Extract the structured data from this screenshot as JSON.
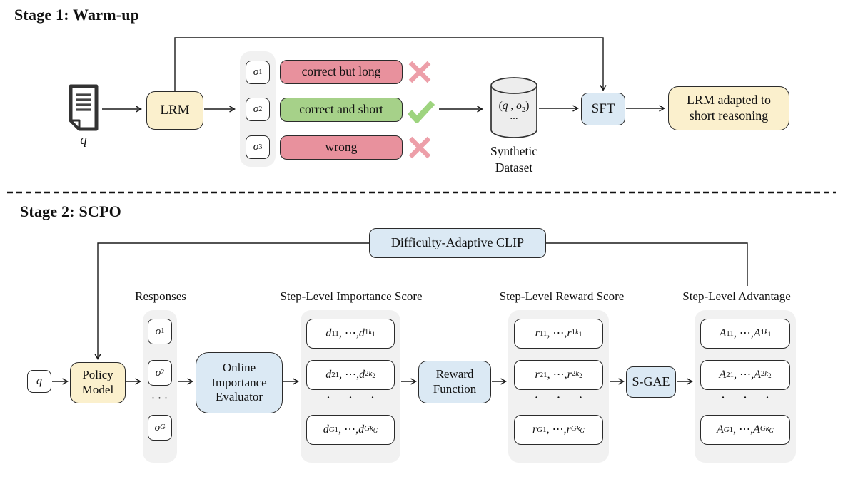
{
  "colors": {
    "cream": "#fbf0cd",
    "light_blue": "#dbe9f4",
    "red": "#e8919d",
    "green": "#a6d189",
    "container_gray": "#f1f1f1",
    "cylinder_gray": "#ededed",
    "cross_pink": "#ed9fa9",
    "check_green": "#9ed47f",
    "line": "#1a1a1a"
  },
  "stage1": {
    "title": "Stage 1: Warm-up",
    "query_label": "q",
    "lrm_label": "LRM",
    "outputs": [
      "<i>o</i><sub>1</sub>",
      "<i>o</i><sub>2</sub>",
      "<i>o</i><sub>3</sub>"
    ],
    "results": [
      {
        "text": "correct but long",
        "verdict": "cross"
      },
      {
        "text": "correct and short",
        "verdict": "check"
      },
      {
        "text": "wrong",
        "verdict": "cross"
      }
    ],
    "dataset": {
      "pair": "(<i>q</i> , <i>o</i><sub>2</sub>)",
      "ellipsis": "...",
      "label": "Synthetic Dataset"
    },
    "sft_label": "SFT",
    "adapted_label": "LRM adapted to short reasoning"
  },
  "stage2": {
    "title": "Stage 2: SCPO",
    "clip_label": "Difficulty-Adaptive CLIP",
    "query_label": "q",
    "policy_label": "Policy Model",
    "evaluator_label": "Online Importance Evaluator",
    "reward_fn_label": "Reward Function",
    "sgae_label": "S-GAE",
    "groups": {
      "responses": {
        "label": "Responses",
        "items": [
          "<i>o</i><sub>1</sub>",
          "<i>o</i><sub>2</sub>",
          "<i>o</i><sub><i>G</i></sub>"
        ],
        "dots": "∙ ∙ ∙"
      },
      "importance": {
        "label": "Step-Level Importance Score",
        "items": [
          "<i>d</i><sub>11</sub>, ⋯, <i>d</i><sub>1<i>k</i><sub>1</sub></sub>",
          "<i>d</i><sub>21</sub>, ⋯, <i>d</i><sub>2<i>k</i><sub>2</sub></sub>",
          "<i>d</i><sub><i>G</i>1</sub>, ⋯, <i>d</i><sub><i>Gk</i><sub><i>G</i></sub></sub>"
        ],
        "dots": "∙ ∙ ∙"
      },
      "reward": {
        "label": "Step-Level Reward Score",
        "items": [
          "<i>r</i><sub>11</sub>, ⋯, <i>r</i><sub>1<i>k</i><sub>1</sub></sub>",
          "<i>r</i><sub>21</sub>, ⋯, <i>r</i><sub>2<i>k</i><sub>2</sub></sub>",
          "<i>r</i><sub><i>G</i>1</sub>, ⋯, <i>r</i><sub><i>Gk</i><sub><i>G</i></sub></sub>"
        ],
        "dots": "∙ ∙ ∙"
      },
      "advantage": {
        "label": "Step-Level Advantage",
        "items": [
          "<i>A</i><sub>11</sub>, ⋯, <i>A</i><sub>1<i>k</i><sub>1</sub></sub>",
          "<i>A</i><sub>21</sub>, ⋯, <i>A</i><sub>2<i>k</i><sub>2</sub></sub>",
          "<i>A</i><sub><i>G</i>1</sub>, ⋯, <i>A</i><sub><i>Gk</i><sub><i>G</i></sub></sub>"
        ],
        "dots": "∙ ∙ ∙"
      }
    }
  }
}
